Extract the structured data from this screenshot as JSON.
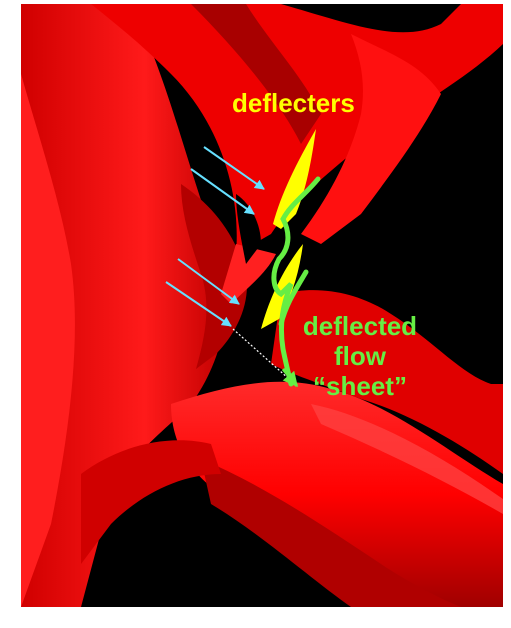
{
  "labels": {
    "deflecters": "deflecters",
    "deflected_flow": [
      "deflected",
      "flow",
      "“sheet”"
    ]
  },
  "colors": {
    "background": "#000000",
    "border": "#ffffff",
    "surface": "#ff0000",
    "surface_shade": "#b00000",
    "deflecter": "#ffff00",
    "flow_line": "#66ee44",
    "arrows": "#66e0ff",
    "label_deflecters": "#ffff00",
    "label_flow": "#66ee44"
  },
  "icons": {
    "arrow": "arrow-icon"
  }
}
